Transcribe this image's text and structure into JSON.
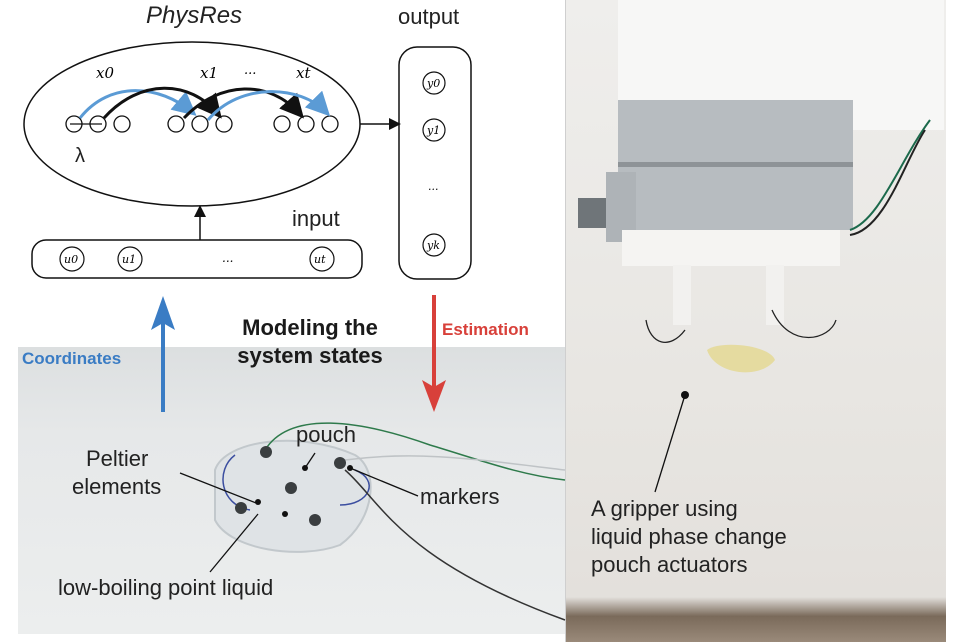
{
  "diagram": {
    "reservoir_title": "PhysRes",
    "output_label": "output",
    "input_label": "input",
    "states": [
      "x0",
      "x1",
      "xt"
    ],
    "state_ellipsis": "...",
    "lambda_label": "λ",
    "inputs": [
      "u0",
      "u1",
      "ut"
    ],
    "input_ellipsis": "...",
    "outputs": [
      "y0",
      "y1",
      "yk"
    ],
    "output_ellipsis": "...",
    "center_title_line1": "Modeling the",
    "center_title_line2": "system states",
    "left_arrow_label": "Coordinates",
    "right_arrow_label": "Estimation",
    "colors": {
      "blue": "#3a7cc4",
      "red": "#d8403a"
    }
  },
  "photo_left": {
    "annotations": {
      "peltier": "Peltier\nelements",
      "peltier_line1": "Peltier",
      "peltier_line2": "elements",
      "pouch": "pouch",
      "markers": "markers",
      "liquid": "low-boiling point liquid"
    }
  },
  "photo_right": {
    "caption_line1": "A gripper using",
    "caption_line2": "liquid phase change",
    "caption_line3": "pouch actuators"
  }
}
